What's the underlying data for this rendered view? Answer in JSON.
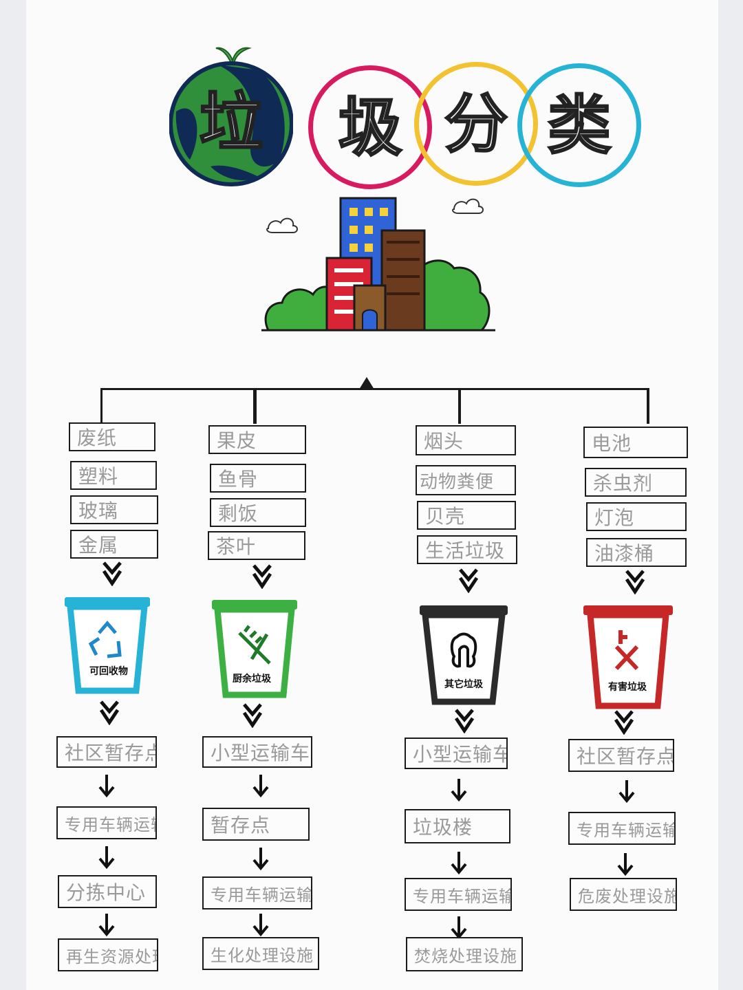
{
  "title": {
    "chars": [
      "垃",
      "圾",
      "分",
      "类"
    ],
    "ring_colors": [
      "#2e7d32",
      "#d81b60",
      "#f2c230",
      "#27b3d6"
    ]
  },
  "colors": {
    "recyclable": "#27b3d6",
    "kitchen": "#3cb043",
    "other": "#2b2b2b",
    "hazardous": "#c62828"
  },
  "columns": [
    {
      "items": [
        "废纸",
        "塑料",
        "玻璃",
        "金属"
      ],
      "bin": {
        "label": "可回收物",
        "icon": "recycle-icon"
      },
      "flow": [
        "社区暂存点",
        "专用车辆运输",
        "分拣中心",
        "再生资源处理"
      ]
    },
    {
      "items": [
        "果皮",
        "鱼骨",
        "剩饭",
        "茶叶"
      ],
      "bin": {
        "label": "厨余垃圾",
        "icon": "fish-bone-icon"
      },
      "flow": [
        "小型运输车",
        "暂存点",
        "专用车辆运输",
        "生化处理设施"
      ]
    },
    {
      "items": [
        "烟头",
        "动物粪便",
        "贝壳",
        "生活垃圾"
      ],
      "bin": {
        "label": "其它垃圾",
        "icon": "trash-pile-icon"
      },
      "flow": [
        "小型运输车",
        "垃圾楼",
        "专用车辆运输",
        "焚烧处理设施"
      ]
    },
    {
      "items": [
        "电池",
        "杀虫剂",
        "灯泡",
        "油漆桶"
      ],
      "bin": {
        "label": "有害垃圾",
        "icon": "hazard-cross-icon"
      },
      "flow": [
        "社区暂存点",
        "专用车辆运输",
        "危废处理设施"
      ]
    }
  ]
}
